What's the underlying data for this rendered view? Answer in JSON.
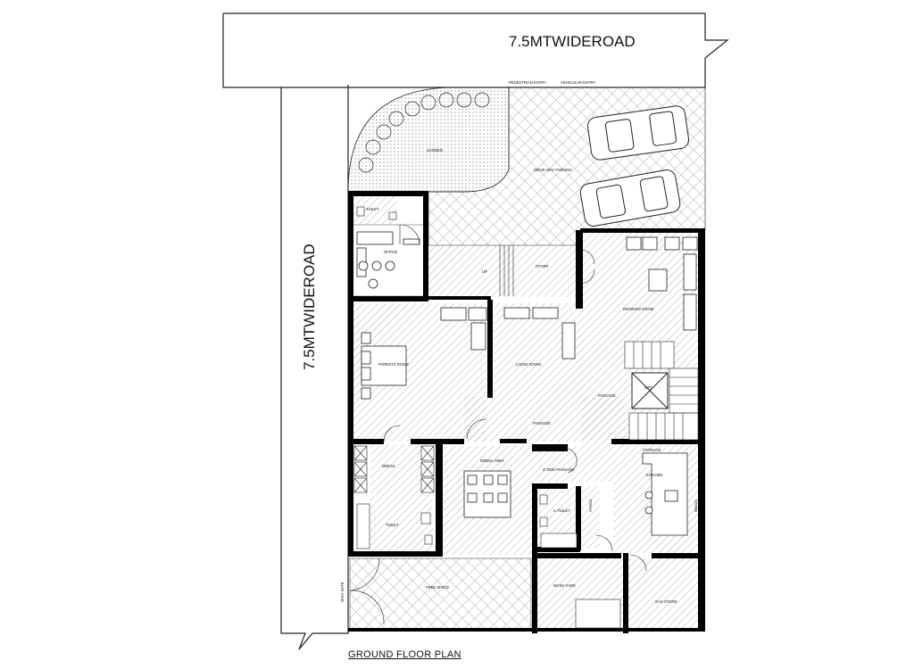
{
  "roads": {
    "top": "7.5MTWIDEROAD",
    "left": "7.5MTWIDEROAD"
  },
  "drawing_title": "GROUND FLOOR PLAN",
  "entries": {
    "pedestrian": "PEDESTRIAN ENTRY",
    "vehicular": "VEHICULAR ENTRY"
  },
  "rooms": {
    "garden": "GARDEN",
    "drive_parking": "DRIVE WAY PARKING",
    "toilet_1": "TOILET",
    "office": "OFFICE",
    "foyer": "FOYER",
    "drawing_room": "DRAWING ROOM",
    "parents_room": "PARENTS ROOM",
    "living_room": "LIVING ROOM",
    "lift": "LIFT",
    "passage_1": "PASSAGE",
    "passage_2": "PASSAGE",
    "dress": "DRESS",
    "dining_area": "DINING AREA",
    "side_passage": "4' SIDE PASSAGE",
    "storage": "STORAGE",
    "kitchen": "KITCHEN",
    "toilet_2": "TOILET",
    "c_toilet": "C.TOILET",
    "pooja": "POOJA",
    "store": "STORE",
    "free_space": "FREE SPACE",
    "wash_yard": "WASH YARD",
    "gas_store": "GAS STORE",
    "main_gate": "MAIN GATE",
    "up": "UP"
  },
  "colors": {
    "wall": "#000000",
    "line": "#222222",
    "hatch": "#9a9a9a",
    "background": "#ffffff"
  }
}
